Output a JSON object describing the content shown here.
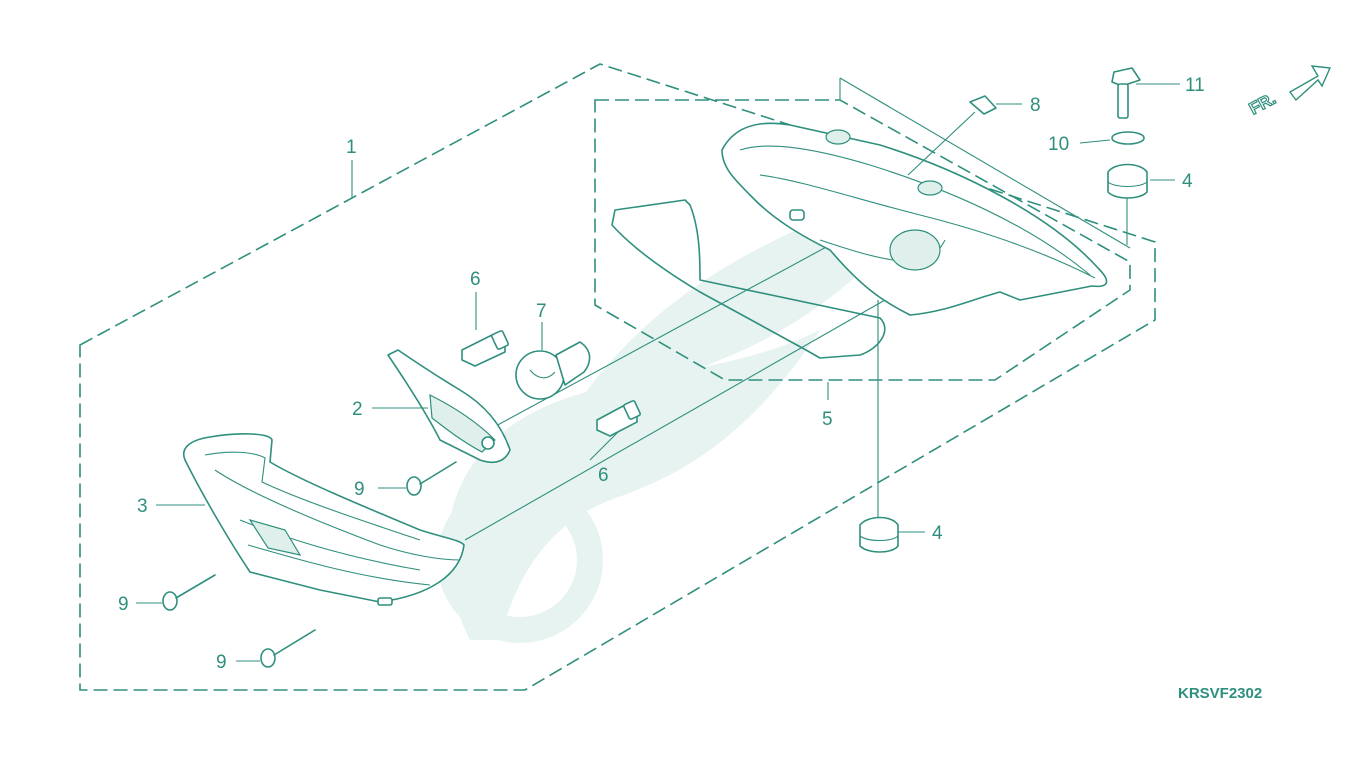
{
  "diagram_code": "KRSVF2302",
  "direction_marker": {
    "label": "FR.",
    "icon": "front-arrow-icon"
  },
  "callouts": [
    {
      "id": "c1",
      "label": "1"
    },
    {
      "id": "c2",
      "label": "2"
    },
    {
      "id": "c3",
      "label": "3"
    },
    {
      "id": "c4a",
      "label": "4"
    },
    {
      "id": "c4b",
      "label": "4"
    },
    {
      "id": "c5",
      "label": "5"
    },
    {
      "id": "c6a",
      "label": "6"
    },
    {
      "id": "c6b",
      "label": "6"
    },
    {
      "id": "c7",
      "label": "7"
    },
    {
      "id": "c8",
      "label": "8"
    },
    {
      "id": "c9a",
      "label": "9"
    },
    {
      "id": "c9b",
      "label": "9"
    },
    {
      "id": "c9c",
      "label": "9"
    },
    {
      "id": "c10",
      "label": "10"
    },
    {
      "id": "c11",
      "label": "11"
    }
  ],
  "colors": {
    "line": "#2f8f7e",
    "watermark": "#e4f2ef",
    "background": "#ffffff"
  }
}
